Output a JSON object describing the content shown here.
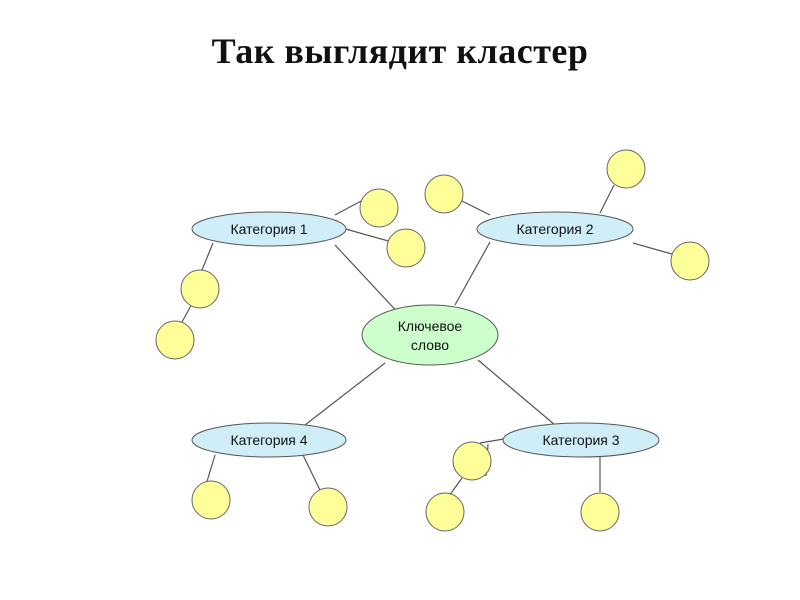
{
  "title": "Так выглядит кластер",
  "center": {
    "line1": "Ключевое",
    "line2": "слово"
  },
  "categories": [
    {
      "id": "c1",
      "label": "Категория 1"
    },
    {
      "id": "c2",
      "label": "Категория 2"
    },
    {
      "id": "c3",
      "label": "Категория 3"
    },
    {
      "id": "c4",
      "label": "Категория 4"
    }
  ],
  "colors": {
    "center_fill": "#ccffcc",
    "category_fill": "#cfeef8",
    "circle_fill": "#ffff99",
    "stroke": "#555555"
  }
}
